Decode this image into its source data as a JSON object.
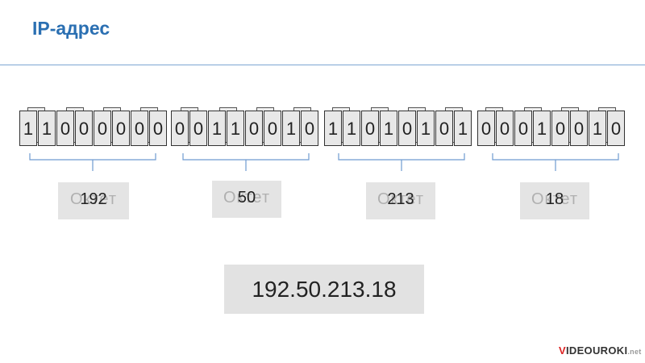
{
  "header": {
    "title": "IP-адрес"
  },
  "octets": [
    {
      "bits": [
        "1",
        "1",
        "0",
        "0",
        "0",
        "0",
        "0",
        "0"
      ],
      "label": "Октет",
      "value": "192"
    },
    {
      "bits": [
        "0",
        "0",
        "1",
        "1",
        "0",
        "0",
        "1",
        "0"
      ],
      "label": "Октет",
      "value": "50"
    },
    {
      "bits": [
        "1",
        "1",
        "0",
        "1",
        "0",
        "1",
        "0",
        "1"
      ],
      "label": "Октет",
      "value": "213"
    },
    {
      "bits": [
        "0",
        "0",
        "0",
        "1",
        "0",
        "0",
        "1",
        "0"
      ],
      "label": "Октет",
      "value": "18"
    }
  ],
  "ip_address": "192.50.213.18",
  "logo": {
    "prefix": "V",
    "text": "IDEOUROKI",
    "suffix": ".net"
  },
  "colors": {
    "title": "#2a6fb2",
    "rule": "#7da7d2",
    "box": "#e4e4e4"
  }
}
